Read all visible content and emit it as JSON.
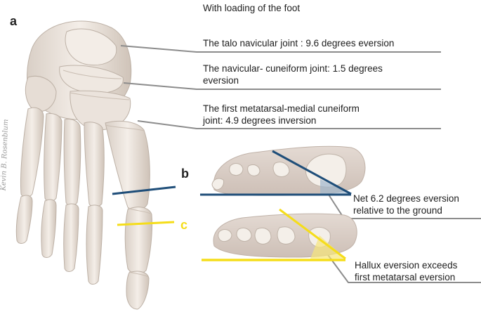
{
  "title": "With loading of the foot",
  "panel_labels": {
    "a": "a",
    "b": "b",
    "c": "c"
  },
  "annotations": {
    "talonavicular": "The talo navicular joint : 9.6 degrees eversion",
    "navicular_cuneiform_line1": "The navicular- cuneiform  joint: 1.5 degrees",
    "navicular_cuneiform_line2": "eversion",
    "first_mt_line1": "The first metatarsal-medial cuneiform",
    "first_mt_line2": "joint: 4.9 degrees  inversion",
    "net_line1": "Net  6.2 degrees  eversion",
    "net_line2": "relative to the ground",
    "hallux_line1": "Hallux eversion exceeds",
    "hallux_line2": "first metatarsal eversion"
  },
  "signature": "Kevin B. Rosenblum",
  "colors": {
    "leader_line": "#8c8c8c",
    "blue_axis": "#1f4e79",
    "yellow_axis": "#f5dd1a",
    "bone": "#eee6df",
    "bone_shadow": "#c8bcb2",
    "section_fill": "#d9cdc6"
  }
}
